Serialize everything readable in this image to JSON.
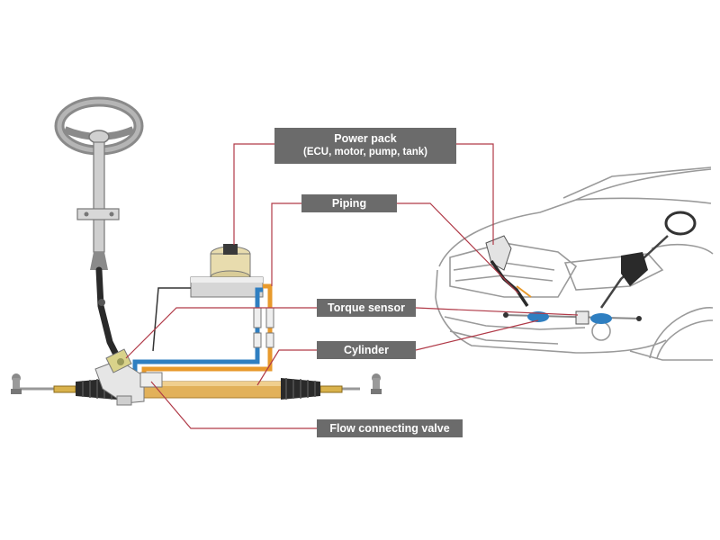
{
  "labels": {
    "power_pack": "Power pack",
    "power_pack_sub": "(ECU, motor, pump, tank)",
    "piping": "Piping",
    "torque_sensor": "Torque sensor",
    "cylinder": "Cylinder",
    "flow_valve": "Flow connecting valve"
  },
  "colors": {
    "callout_bg": "#6b6b6b",
    "leader_line": "#b03a48",
    "pipe_orange": "#e89a2c",
    "pipe_blue": "#2f7fc1",
    "cylinder": "#e2b15a",
    "boot": "#2a2a2a"
  }
}
